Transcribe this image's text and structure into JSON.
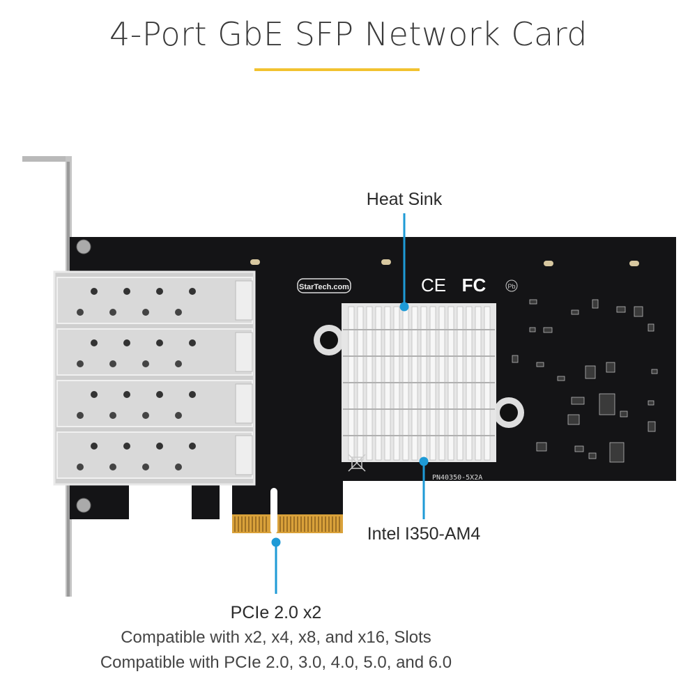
{
  "title": "4-Port GbE SFP Network Card",
  "colors": {
    "accent_underline": "#f2c230",
    "callout": "#1e9ad6",
    "pcb": "#141416",
    "heatsink": "#e6e6e6",
    "gold": "#d9a13a"
  },
  "callouts": {
    "heat_sink": "Heat Sink",
    "chipset": "Intel I350-AM4",
    "interface": "PCIe 2.0 x2",
    "compat_line1": "Compatible with x2, x4, x8, and x16, Slots",
    "compat_line2": "Compatible with PCIe 2.0, 3.0, 4.0, 5.0, and 6.0"
  },
  "board": {
    "brand": "StarTech.com",
    "part_number": "PN40350-5X2A",
    "marks": [
      "CE",
      "FC",
      "Pb"
    ]
  }
}
